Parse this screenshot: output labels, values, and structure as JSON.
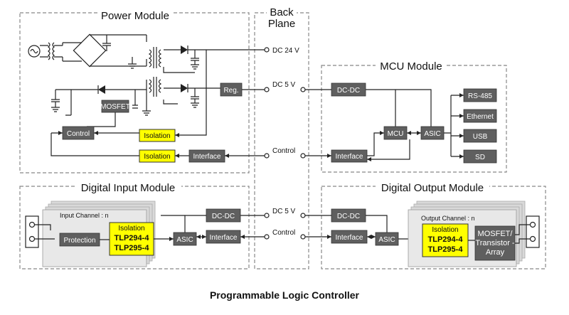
{
  "modules": {
    "power": "Power Module",
    "backplane_line1": "Back",
    "backplane_line2": "Plane",
    "mcu": "MCU Module",
    "digital_input": "Digital Input Module",
    "digital_output": "Digital Output Module"
  },
  "signals": {
    "dc24": "DC 24 V",
    "dc5_top": "DC 5 V",
    "control_top": "Control",
    "dc5_bottom": "DC 5 V",
    "control_bottom": "Control"
  },
  "power_module": {
    "mosfet": "MOSFET",
    "control": "Control",
    "isolation_1": "Isolation",
    "isolation_2": "Isolation",
    "interface": "Interface",
    "reg": "Reg."
  },
  "mcu_module": {
    "dcdc": "DC-DC",
    "mcu": "MCU",
    "asic": "ASIC",
    "interface": "Interface",
    "rs485": "RS-485",
    "ethernet": "Ethernet",
    "usb": "USB",
    "sd": "SD"
  },
  "digital_input_module": {
    "channel_label": "Input Channel : n",
    "protection": "Protection",
    "isolation_title": "Isolation",
    "part1": "TLP294-4",
    "part2": "TLP295-4",
    "asic": "ASIC",
    "dcdc": "DC-DC",
    "interface": "Interface"
  },
  "digital_output_module": {
    "channel_label": "Output Channel : n",
    "dcdc": "DC-DC",
    "interface": "Interface",
    "asic": "ASIC",
    "isolation_title": "Isolation",
    "part1": "TLP294-4",
    "part2": "TLP295-4",
    "mosfet_line1": "MOSFET/",
    "mosfet_line2": "Transistor -",
    "mosfet_line3": "Array"
  },
  "title": "Programmable Logic Controller",
  "colors": {
    "box_gray": "#5f5f5f",
    "isolation_yellow": "#ffff00",
    "module_border": "#888888"
  }
}
